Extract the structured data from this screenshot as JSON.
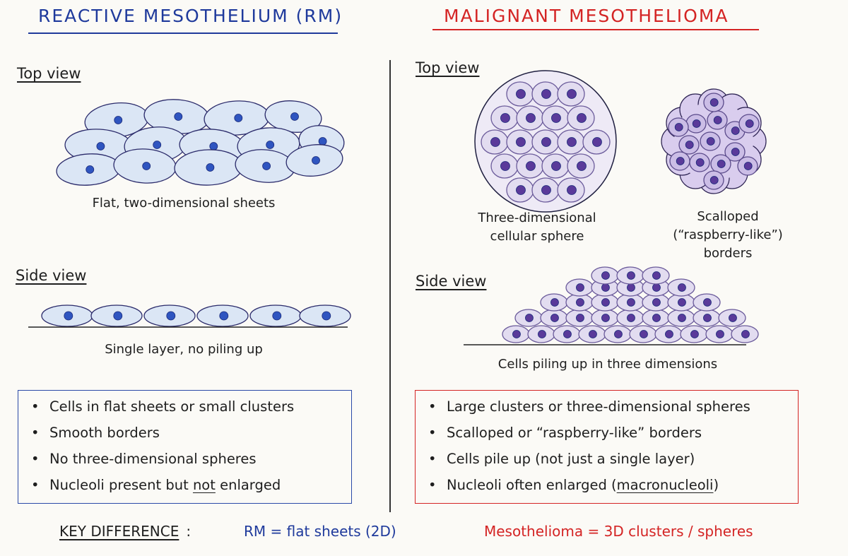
{
  "left": {
    "title": "REACTIVE MESOTHELIUM (RM)",
    "top_view_label": "Top view",
    "top_view_caption": "Flat, two-dimensional sheets",
    "side_view_label": "Side view",
    "side_view_caption": "Single layer, no piling up",
    "bullets": [
      "Cells in flat sheets or small clusters",
      "Smooth borders",
      "No three-dimensional spheres"
    ],
    "bullet4_prefix": "Nucleoli present but ",
    "bullet4_underlined": "not",
    "bullet4_suffix": " enlarged"
  },
  "right": {
    "title": "MALIGNANT MESOTHELIOMA",
    "top_view_label": "Top view",
    "sphere_caption_line1": "Three-dimensional",
    "sphere_caption_line2": "cellular sphere",
    "raspberry_caption_line1": "Scalloped",
    "raspberry_caption_line2": "(“raspberry-like”)",
    "raspberry_caption_line3": "borders",
    "side_view_label": "Side view",
    "side_view_caption": "Cells piling up in three dimensions",
    "bullets": [
      "Large clusters or three-dimensional spheres",
      "Scalloped or “raspberry-like” borders",
      "Cells pile up (not just a single layer)"
    ],
    "bullet4_prefix": "Nucleoli often enlarged (",
    "bullet4_underlined": "macronucleoli",
    "bullet4_suffix": ")"
  },
  "key": {
    "label": "KEY DIFFERENCE",
    "colon": ":",
    "rm": "RM = flat sheets (2D)",
    "meso": "Mesothelioma = 3D clusters / spheres"
  },
  "colors": {
    "blue": "#1f3a9c",
    "red": "#d42424",
    "rm_cell_fill": "#dbe6f5",
    "rm_nucleus": "#2f55c0",
    "meso_cell_fill": "#e7e2f3",
    "meso_nucleus": "#5a3a9a"
  },
  "bullet_glyph": "•"
}
